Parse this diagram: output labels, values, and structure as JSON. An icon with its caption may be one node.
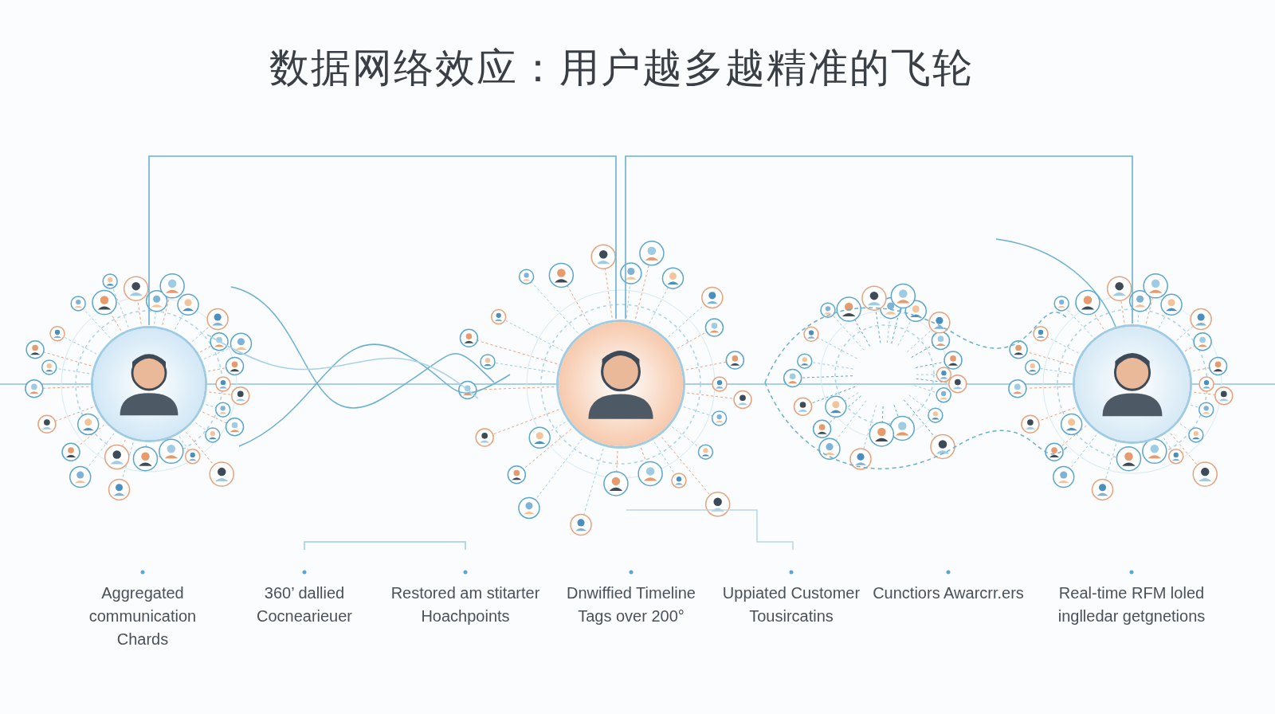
{
  "diagram": {
    "title": "数据网络效应：用户越多越精准的飞轮",
    "nodes": [
      {
        "text": [],
        "shape": "person"
      },
      {
        "text": [],
        "shape": "person"
      },
      {
        "text": [],
        "shape": "person"
      }
    ],
    "edges": [
      {
        "from": 0,
        "to": 1,
        "arrow": "none"
      },
      {
        "from": 1,
        "to": 2,
        "arrow": "none"
      }
    ],
    "labels": [
      "Aggregated communication Chards",
      "360’ dallied Cocnearieuer",
      "Restored am stitarter Hoachpoints",
      "Dnwiffied Timeline Tags over 200°",
      "Uppiated Customer Tousircatins",
      "Cunctiors Awarcrr.ers",
      "Real-time RFM loled inglledar getgnetions"
    ]
  }
}
